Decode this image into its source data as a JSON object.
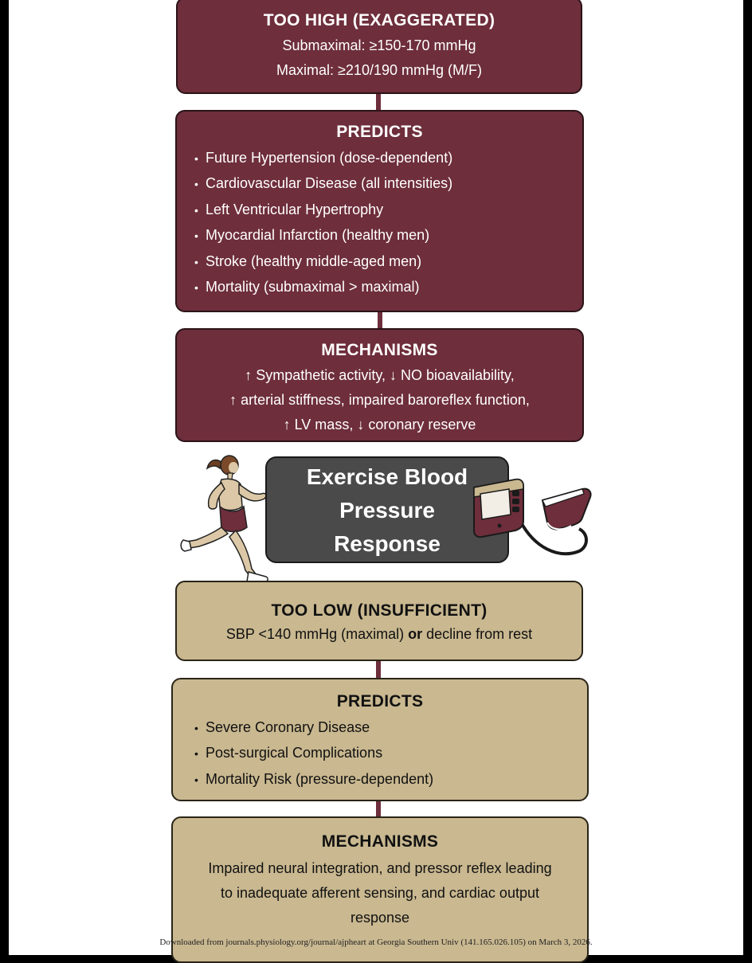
{
  "high": {
    "title": "TOO HIGH (EXAGGERATED)",
    "lines": [
      "Submaximal: ≥150-170 mmHg",
      "Maximal: ≥210/190 mmHg (M/F)"
    ]
  },
  "high_predicts": {
    "title": "PREDICTS",
    "items": [
      "Future Hypertension (dose-dependent)",
      "Cardiovascular Disease (all intensities)",
      "Left Ventricular Hypertrophy",
      "Myocardial Infarction (healthy men)",
      "Stroke (healthy middle-aged men)",
      "Mortality (submaximal > maximal)"
    ]
  },
  "high_mechanisms": {
    "title": "MECHANISMS",
    "lines": [
      "↑ Sympathetic activity, ↓ NO bioavailability,",
      "↑ arterial stiffness, impaired baroreflex function,",
      "↑ LV mass, ↓ coronary reserve"
    ]
  },
  "center": {
    "lines": [
      "Exercise Blood",
      "Pressure",
      "Response"
    ]
  },
  "icons": [
    "runner-illustration",
    "blood-pressure-monitor-illustration"
  ],
  "low": {
    "title": "TOO LOW (INSUFFICIENT)",
    "line_pre": "SBP <140 mmHg (maximal) ",
    "line_bold": "or",
    "line_post": " decline from rest"
  },
  "low_predicts": {
    "title": "PREDICTS",
    "items": [
      "Severe Coronary Disease",
      "Post-surgical Complications",
      "Mortality Risk (pressure-dependent)"
    ]
  },
  "low_mechanisms": {
    "title": "MECHANISMS",
    "lines": [
      "Impaired neural integration, and pressor reflex leading",
      "to inadequate afferent sensing, and cardiac output",
      "response"
    ]
  },
  "footer": "Downloaded from journals.physiology.org/journal/ajpheart at Georgia Southern Univ (141.165.026.105) on March 3, 2026.",
  "colors": {
    "maroon": "#6e2e3b",
    "tan": "#c9b890",
    "center_gray": "#4a4a4a"
  }
}
